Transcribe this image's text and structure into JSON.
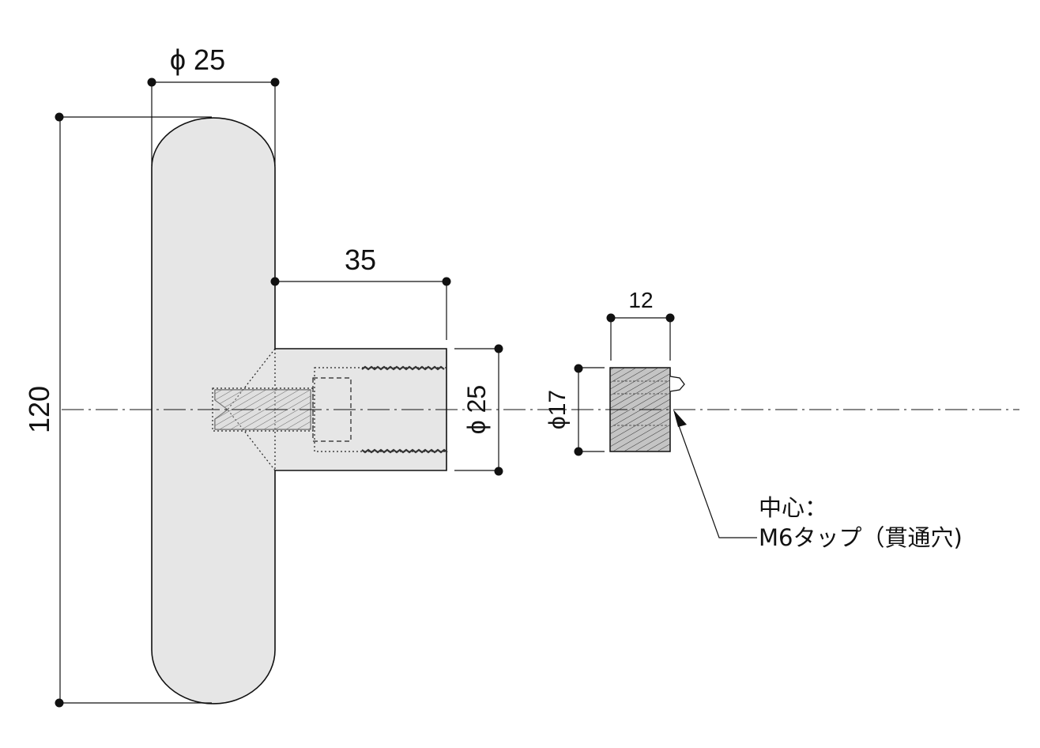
{
  "drawing": {
    "dimensions": {
      "handle_diameter": "ϕ 25",
      "handle_length": "120",
      "stem_length": "35",
      "stem_diameter": "ϕ 25",
      "insert_length": "12",
      "insert_diameter": "ϕ17"
    },
    "note": {
      "line1": "中心：",
      "line2": "M6タップ（貫通穴)"
    },
    "colors": {
      "body_fill": "#e6e6e6",
      "insert_fill": "#bfbfbf",
      "line": "#111111"
    }
  }
}
